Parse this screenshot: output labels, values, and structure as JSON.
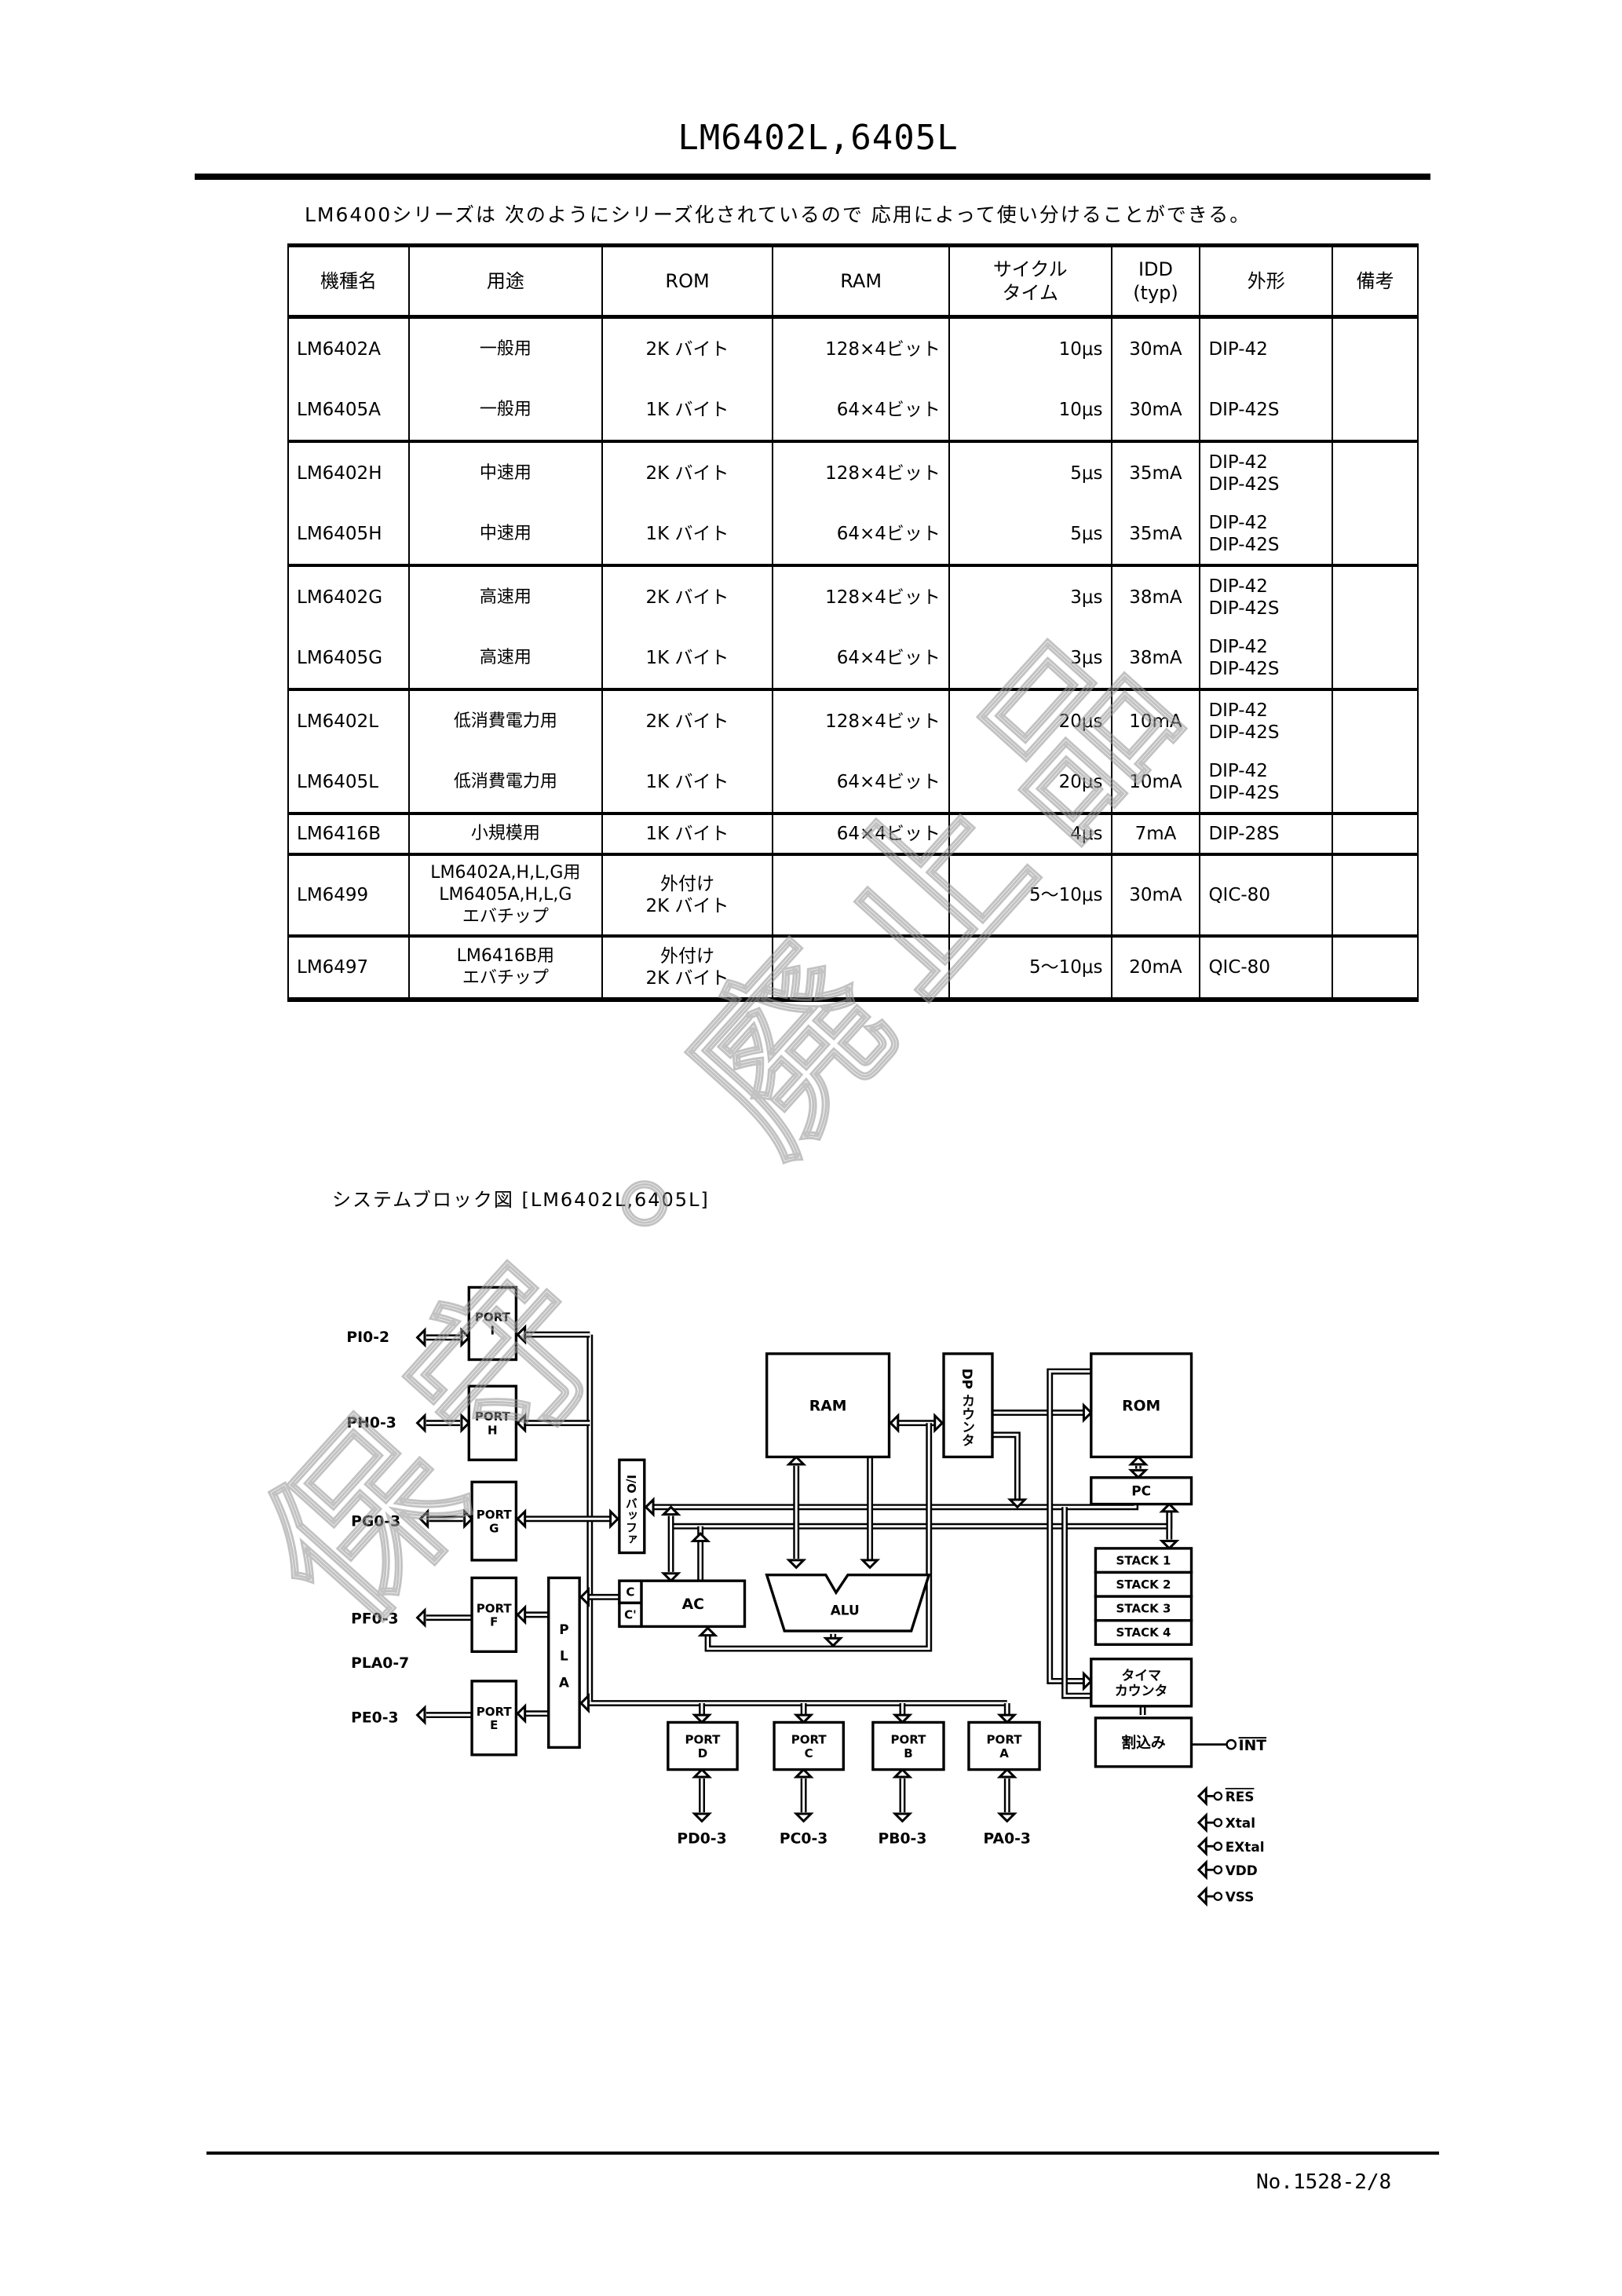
{
  "header": {
    "title": "LM6402L,6405L"
  },
  "intro": "LM6400シリーズは 次のようにシリーズ化されているので 応用によって使い分けることができる。",
  "table": {
    "headers": [
      "機種名",
      "用途",
      "ROM",
      "RAM",
      "サイクル\nタイム",
      "IDD\n(typ)",
      "外形",
      "備考"
    ],
    "rows": [
      {
        "model": "LM6402A",
        "use": "一般用",
        "rom": "2K バイト",
        "ram": "128×4ビット",
        "cycle": "10μs",
        "idd": "30mA",
        "pkg": "DIP-42",
        "note": ""
      },
      {
        "model": "LM6405A",
        "use": "一般用",
        "rom": "1K バイト",
        "ram": "64×4ビット",
        "cycle": "10μs",
        "idd": "30mA",
        "pkg": "DIP-42S",
        "note": ""
      },
      {
        "model": "LM6402H",
        "use": "中速用",
        "rom": "2K バイト",
        "ram": "128×4ビット",
        "cycle": "5μs",
        "idd": "35mA",
        "pkg": "DIP-42\nDIP-42S",
        "note": ""
      },
      {
        "model": "LM6405H",
        "use": "中速用",
        "rom": "1K バイト",
        "ram": "64×4ビット",
        "cycle": "5μs",
        "idd": "35mA",
        "pkg": "DIP-42\nDIP-42S",
        "note": ""
      },
      {
        "model": "LM6402G",
        "use": "高速用",
        "rom": "2K バイト",
        "ram": "128×4ビット",
        "cycle": "3μs",
        "idd": "38mA",
        "pkg": "DIP-42\nDIP-42S",
        "note": ""
      },
      {
        "model": "LM6405G",
        "use": "高速用",
        "rom": "1K バイト",
        "ram": "64×4ビット",
        "cycle": "3μs",
        "idd": "38mA",
        "pkg": "DIP-42\nDIP-42S",
        "note": ""
      },
      {
        "model": "LM6402L",
        "use": "低消費電力用",
        "rom": "2K バイト",
        "ram": "128×4ビット",
        "cycle": "20μs",
        "idd": "10mA",
        "pkg": "DIP-42\nDIP-42S",
        "note": ""
      },
      {
        "model": "LM6405L",
        "use": "低消費電力用",
        "rom": "1K バイト",
        "ram": "64×4ビット",
        "cycle": "20μs",
        "idd": "10mA",
        "pkg": "DIP-42\nDIP-42S",
        "note": ""
      },
      {
        "model": "LM6416B",
        "use": "小規模用",
        "rom": "1K バイト",
        "ram": "64×4ビット",
        "cycle": "4μs",
        "idd": "7mA",
        "pkg": "DIP-28S",
        "note": ""
      },
      {
        "model": "LM6499",
        "use": "LM6402A,H,L,G用\nLM6405A,H,L,G\nエバチップ",
        "rom": "外付け\n2K バイト",
        "ram": "",
        "cycle": "5〜10μs",
        "idd": "30mA",
        "pkg": "QIC-80",
        "note": ""
      },
      {
        "model": "LM6497",
        "use": "LM6416B用\nエバチップ",
        "rom": "外付け\n2K バイト",
        "ram": "",
        "cycle": "5〜10μs",
        "idd": "20mA",
        "pkg": "QIC-80",
        "note": ""
      }
    ]
  },
  "diagram": {
    "caption": "システムブロック図 [LM6402L,6405L]",
    "blocks": {
      "port_i": "PORT\nI",
      "port_h": "PORT\nH",
      "port_g": "PORT\nG",
      "port_f": "PORT\nF",
      "port_e": "PORT\nE",
      "pla": "P L A",
      "io_buffer": "I/O バッファ",
      "ram": "RAM",
      "dp": "DP カウンタ",
      "rom": "ROM",
      "pc": "PC",
      "stack1": "STACK 1",
      "stack2": "STACK 2",
      "stack3": "STACK 3",
      "stack4": "STACK 4",
      "c": "C",
      "c2": "C'",
      "ac": "AC",
      "alu": "ALU",
      "timer": "タイマ\nカウンタ",
      "interrupt": "割込み",
      "port_d": "PORT\nD",
      "port_c": "PORT\nC",
      "port_b": "PORT\nB",
      "port_a": "PORT\nA"
    },
    "left_pins": [
      "PI0-2",
      "PH0-3",
      "PG0-3",
      "PF0-3",
      "PLA0-7",
      "PE0-3"
    ],
    "bottom_pins": [
      "PD0-3",
      "PC0-3",
      "PB0-3",
      "PA0-3"
    ],
    "right_pins": [
      "INT",
      "RES",
      "Xtal",
      "EXtal",
      "VDD",
      "VSS"
    ]
  },
  "watermark": "保守・廃止品",
  "footer": {
    "page_no": "No.1528-2/8"
  }
}
